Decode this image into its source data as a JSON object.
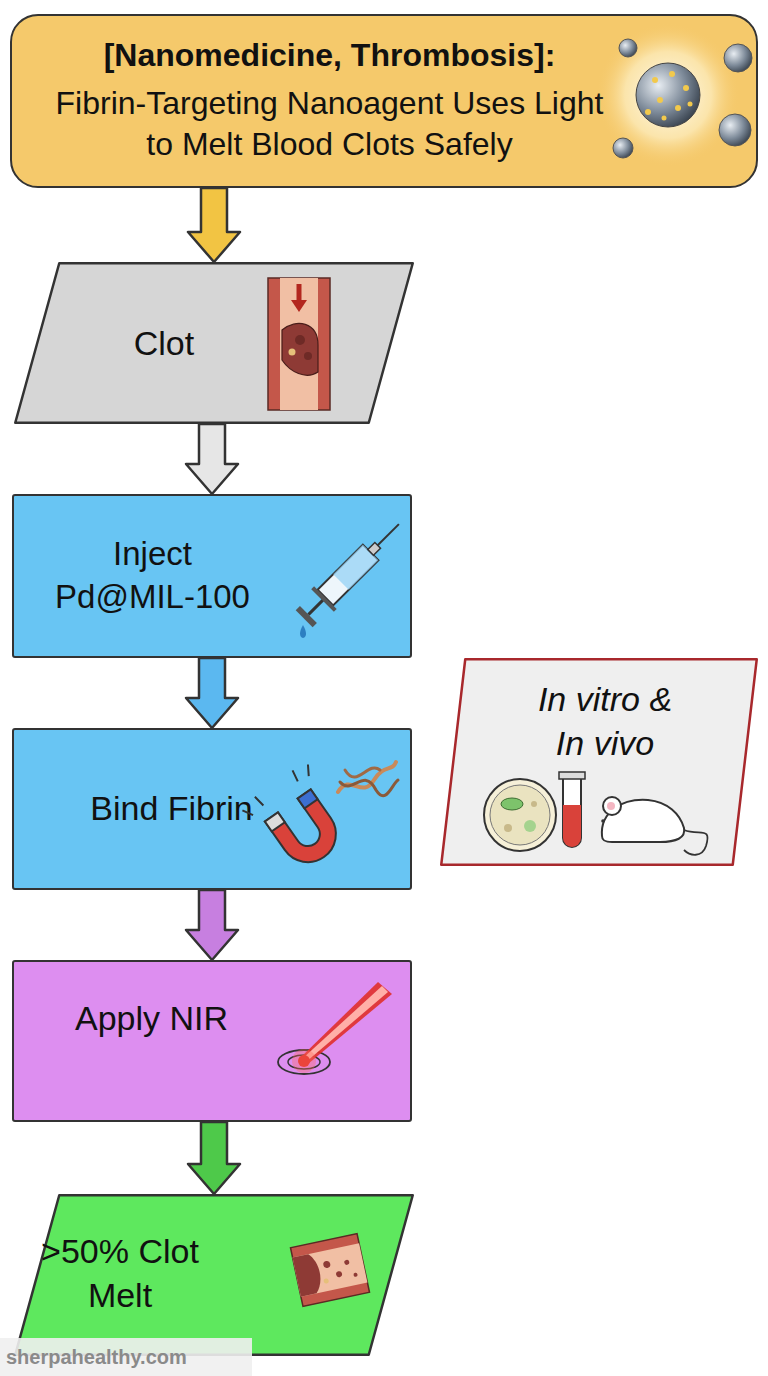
{
  "diagram": {
    "nodes": [
      {
        "text": [
          "[Nanomedicine, Thrombosis]:",
          "Fibrin-Targeting Nanoagent Uses Light to Melt Blood Clots Safely"
        ]
      },
      {
        "text": [
          "Clot"
        ]
      },
      {
        "text": [
          "Inject Pd@MIL-100"
        ]
      },
      {
        "text": [
          "Bind Fibrin"
        ]
      },
      {
        "text": [
          "Apply NIR"
        ]
      },
      {
        "text": [
          ">50% Clot Melt"
        ]
      },
      {
        "text": [
          "In vitro & In vivo"
        ]
      }
    ],
    "edges": [
      {
        "from": 0,
        "to": 1,
        "arrow": "to"
      },
      {
        "from": 1,
        "to": 2,
        "arrow": "to"
      },
      {
        "from": 2,
        "to": 3,
        "arrow": "to"
      },
      {
        "from": 3,
        "to": 4,
        "arrow": "to"
      },
      {
        "from": 4,
        "to": 5,
        "arrow": "to"
      }
    ],
    "labels": [
      "sherpahealthy.com"
    ]
  }
}
